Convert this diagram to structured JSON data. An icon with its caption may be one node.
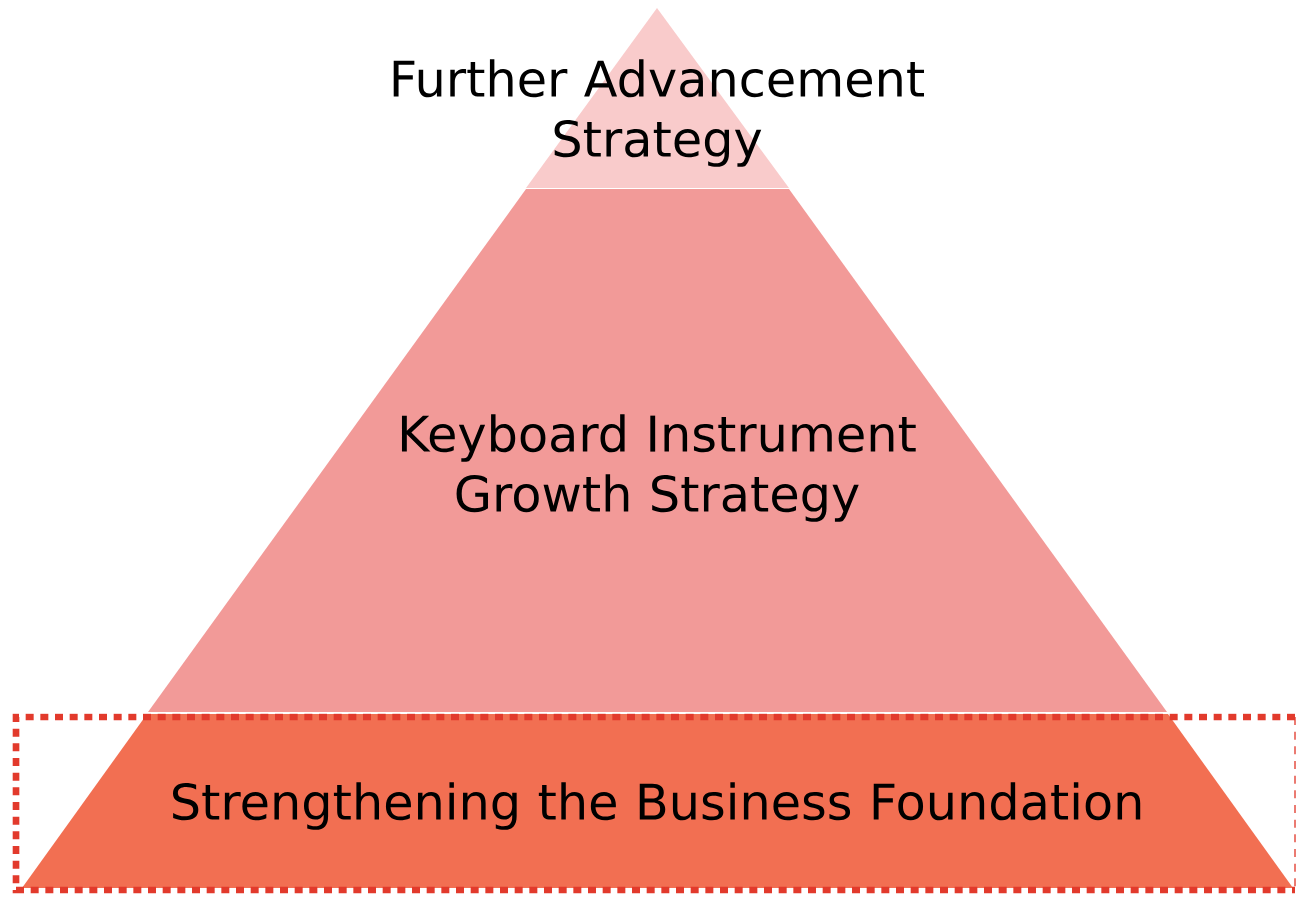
{
  "diagram": {
    "nodes": [
      {
        "text": [
          "Further Advancement Strategy"
        ]
      },
      {
        "text": [
          "Keyboard Instrument Growth Strategy"
        ]
      },
      {
        "text": [
          "Strengthening the Business Foundation"
        ]
      }
    ]
  }
}
